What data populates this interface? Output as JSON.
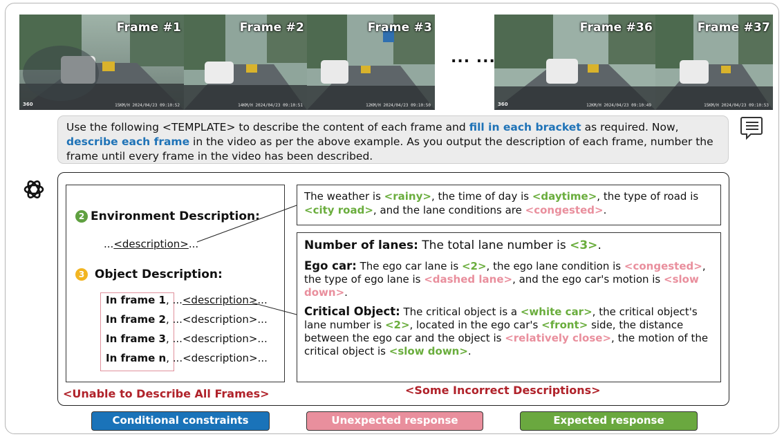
{
  "frames": [
    {
      "label": "Frame #1",
      "stamp": "15KM/H 2024/04/23 09:10:52"
    },
    {
      "label": "Frame #2",
      "stamp": "14KM/H 2024/04/23 09:10:51"
    },
    {
      "label": "Frame #3",
      "stamp": "12KM/H 2024/04/23 09:10:50"
    },
    {
      "label": "Frame #36",
      "stamp": "12KM/H 2024/04/23 09:10:49"
    },
    {
      "label": "Frame #37",
      "stamp": "15KM/H 2024/04/23 09:10:53"
    }
  ],
  "frame_logo": "360",
  "ellipsis": "... ...",
  "prompt": {
    "t1": "Use the following <TEMPLATE> to describe the content of each frame and ",
    "h1": "fill in each bracket",
    "t2": " as required. Now, ",
    "h2": "describe each frame",
    "t3": " in the video as per the above example. As you output the description of each frame, number the frame until every frame in the video has been described."
  },
  "left": {
    "env_num": "2",
    "env_title": "Environment Description:",
    "env_desc_prefix": "...",
    "env_desc": "<description>",
    "env_desc_suffix": "...",
    "obj_num": "3",
    "obj_title": "Object Description:",
    "rows": [
      {
        "frame": "In frame 1",
        "text": "<description>"
      },
      {
        "frame": "In frame 2",
        "text": "<description>"
      },
      {
        "frame": "In frame 3",
        "text": "<description>"
      },
      {
        "frame": "In frame n",
        "text": "<description>"
      }
    ],
    "row_sep": ", ",
    "row_prefix": "...",
    "row_suffix": "...",
    "fail": "<Unable to Describe All Frames>"
  },
  "env_box": {
    "t1": "The weather is ",
    "v1": "<rainy>",
    "t2": ", the time of day is ",
    "v2": "<daytime>",
    "t3": ", the type of road is ",
    "v3": "<city road>",
    "t4": ", and the lane conditions are ",
    "v4": "<congested>",
    "t5": "."
  },
  "obj_box": {
    "lanes_label": "Number of lanes:",
    "lanes_text": " The total lane number is ",
    "lanes_val": "<3>",
    "lanes_end": ".",
    "ego_label": "Ego car:",
    "ego_t1": " The ego car lane is ",
    "ego_v1": "<2>",
    "ego_t2": ", the ego lane condition is ",
    "ego_v2": "<congested>",
    "ego_t3": ", the type of ego lane is ",
    "ego_v3": "<dashed lane>",
    "ego_t4": ", and the ego car's motion is ",
    "ego_v4": "<slow down>",
    "ego_t5": ".",
    "crit_label": "Critical Object:",
    "crit_t1": " The critical object is a ",
    "crit_v1": "<white car>",
    "crit_t2": ", the critical object's lane number is ",
    "crit_v2": "<2>",
    "crit_t3": ", located in the ego car's ",
    "crit_v3": "<front>",
    "crit_t4": " side, the distance between the ego car and the object is ",
    "crit_v4": "<relatively close>",
    "crit_t5": ", the motion of the critical object is ",
    "crit_v5": "<slow down>",
    "crit_t6": "."
  },
  "fail_right": "<Some Incorrect Descriptions>",
  "legend": [
    {
      "label": "Conditional constraints",
      "color": "#1a73b9"
    },
    {
      "label": "Unexpected response",
      "color": "#e98f9d"
    },
    {
      "label": "Expected response",
      "color": "#6aa83f"
    }
  ],
  "colors": {
    "highlight_blue": "#1f73b7",
    "expected_green": "#6aad3d",
    "unexpected_pink": "#e98f9d",
    "fail_red": "#b0222a",
    "num_green": "#5fa040",
    "num_yellow": "#f2b521"
  }
}
